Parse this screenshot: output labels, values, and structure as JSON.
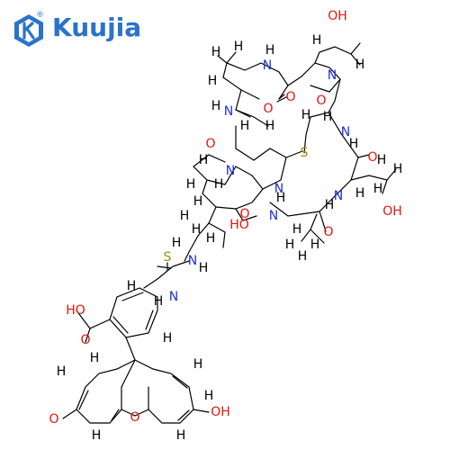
{
  "logo": {
    "name": "Kuujia",
    "color": "#2a73c9",
    "registered": "®"
  },
  "atom_colors": {
    "carbon_hydrogen": "#000000",
    "nitrogen": "#2230d8",
    "oxygen": "#e3150e",
    "sulfur": "#9b8a16"
  },
  "labels": {
    "H": "H",
    "N": "N",
    "NH": "NH",
    "HN": "HN",
    "O": "O",
    "S": "S",
    "OH": "OH",
    "HO": "HO",
    "HOOC": "HO",
    "NH_H": "N",
    "H_N": "H"
  }
}
